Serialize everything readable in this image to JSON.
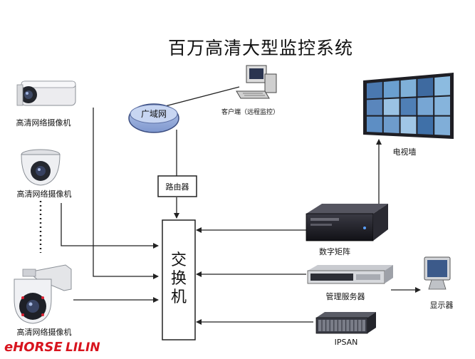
{
  "title": "百万高清大型监控系统",
  "cameras": {
    "bullet_label": "高清网络摄像机",
    "dome_label": "高清网络摄像机",
    "ptz_label": "高清网络摄像机"
  },
  "wan_label": "广域网",
  "client_label": "客户端（远程监控）",
  "router_label": "路由器",
  "switch_label": "交\n换\n机",
  "video_wall_label": "电视墙",
  "matrix_label": "数字矩阵",
  "server_label": "管理服务器",
  "display_label": "显示器",
  "ipsan_label": "IPSAN",
  "brands": {
    "ehorse": "eHORSE",
    "lilin": "LILIN"
  },
  "colors": {
    "wan_fill": "#8fa8d8",
    "brand_red": "#d8141e",
    "wall_frame": "#1e1e24"
  },
  "icons": [
    "bullet-camera-icon",
    "dome-camera-icon",
    "ptz-camera-icon",
    "computer-icon",
    "video-wall-icon",
    "rack-device-icon",
    "monitor-icon",
    "storage-array-icon"
  ]
}
